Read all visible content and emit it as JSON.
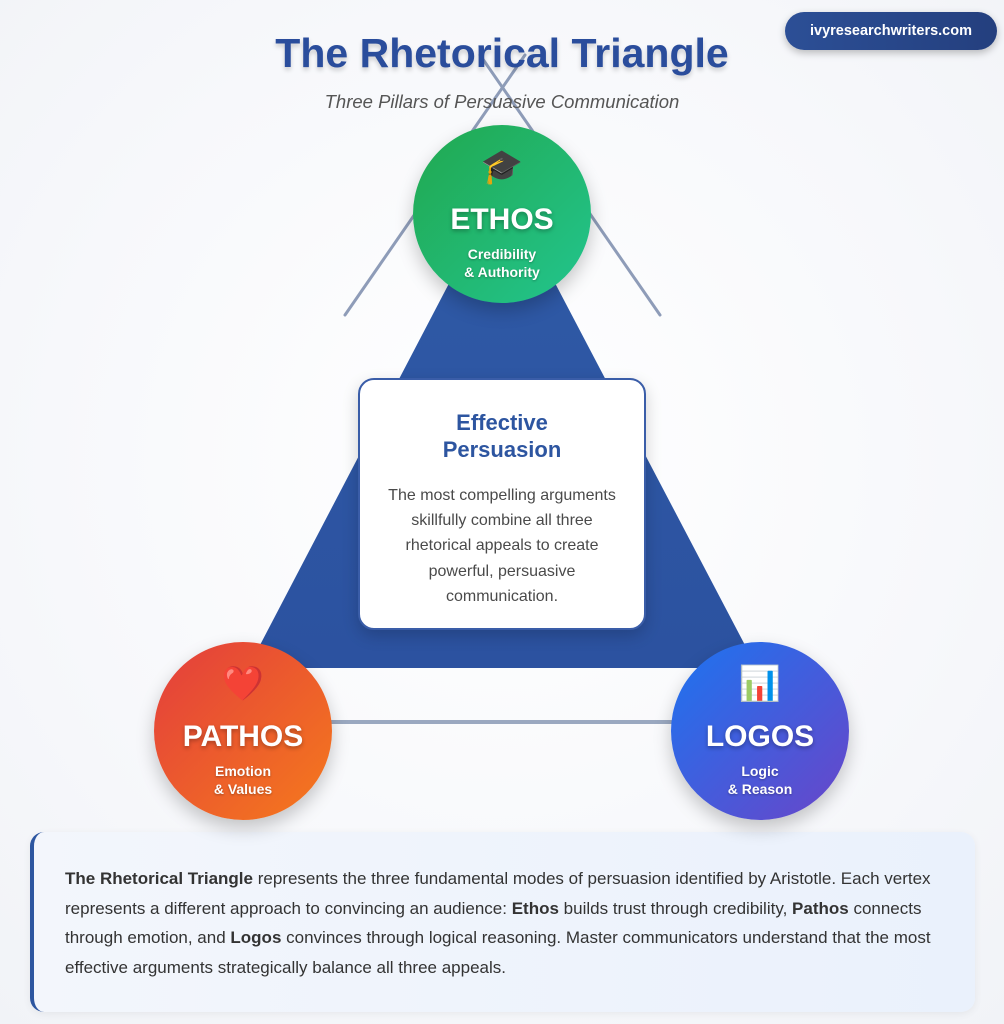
{
  "header": {
    "title": "The Rhetorical Triangle",
    "subtitle": "Three Pillars of Persuasive Communication",
    "badge": "ivyresearchwriters.com"
  },
  "vertices": [
    {
      "id": "ethos",
      "icon": "graduation-cap-icon",
      "glyph": "🎓",
      "name": "ETHOS",
      "line1": "Credibility",
      "line2": "& Authority",
      "color": "#22b86a"
    },
    {
      "id": "pathos",
      "icon": "heart-icon",
      "glyph": "❤️",
      "name": "PATHOS",
      "line1": "Emotion",
      "line2": "& Values",
      "color": "#ec5a2a"
    },
    {
      "id": "logos",
      "icon": "bar-chart-icon",
      "glyph": "📊",
      "name": "LOGOS",
      "line1": "Logic",
      "line2": "& Reason",
      "color": "#3a5ee0"
    }
  ],
  "center": {
    "title": "Effective Persuasion",
    "body": "The most compelling arguments skillfully combine all three rhetorical appeals to create powerful, persuasive communication."
  },
  "info": {
    "b1": "The Rhetorical Triangle",
    "t1": " represents the three fundamental modes of persuasion identified by Aristotle. Each vertex represents a different approach to convincing an audience: ",
    "b2": "Ethos",
    "t2": " builds trust through credibility, ",
    "b3": "Pathos",
    "t3": " connects through emotion, and ",
    "b4": "Logos",
    "t4": " convinces through logical reasoning. Master communicators understand that the most effective arguments strategically balance all three appeals."
  },
  "colors": {
    "primary": "#2d56a0",
    "line": "#8e9cb8"
  }
}
